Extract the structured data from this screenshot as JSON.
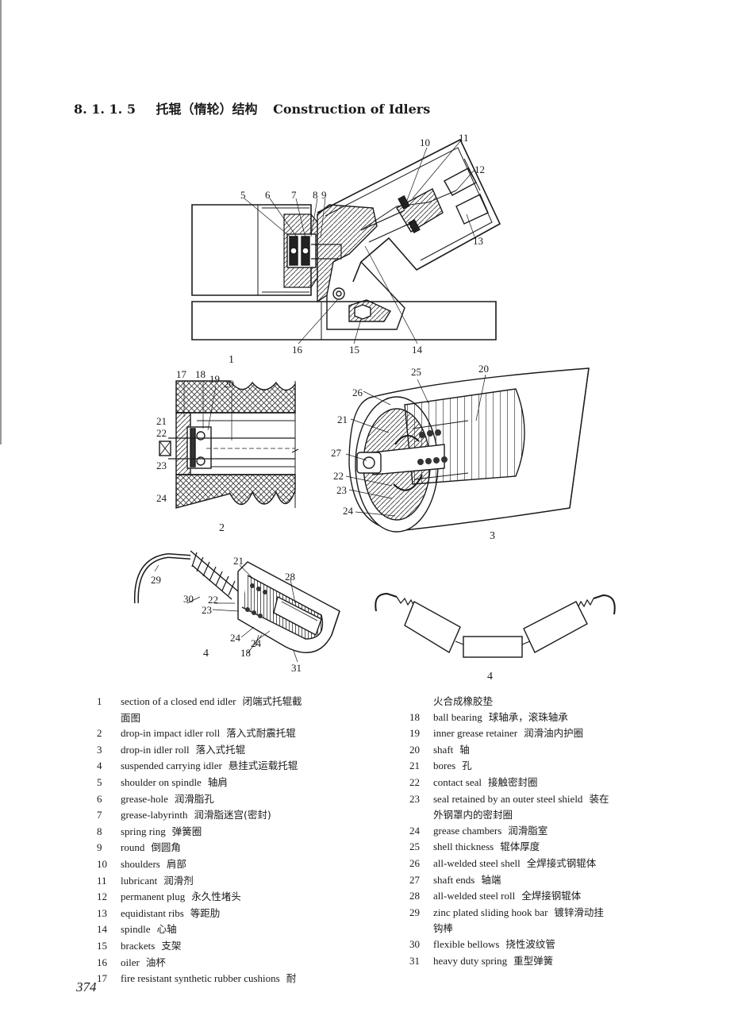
{
  "section": {
    "number": "8. 1. 1. 5",
    "title_cn": "托辊（惰轮）结构",
    "title_en": "Construction of Idlers"
  },
  "figure_labels": {
    "fig1": [
      "10",
      "11",
      "12",
      "5",
      "6",
      "7",
      "8",
      "9",
      "13",
      "16",
      "15",
      "14"
    ],
    "fig2": [
      "17",
      "18",
      "19",
      "20",
      "21",
      "22",
      "23",
      "24"
    ],
    "fig3": [
      "25",
      "20",
      "26",
      "21",
      "27",
      "22",
      "23",
      "24"
    ],
    "fig4a": [
      "21",
      "28",
      "29",
      "30",
      "22",
      "23",
      "24",
      "24",
      "18",
      "31"
    ]
  },
  "captions": {
    "fig1": "1",
    "fig2": "2",
    "fig3": "3",
    "fig4a": "4",
    "fig4b": "4"
  },
  "legend_left": [
    {
      "n": "1",
      "en": "section of a closed end idler",
      "zh": "闭端式托辊截",
      "cont": "面图"
    },
    {
      "n": "2",
      "en": "drop-in impact idler roll",
      "zh": "落入式耐震托辊"
    },
    {
      "n": "3",
      "en": "drop-in idler roll",
      "zh": "落入式托辊"
    },
    {
      "n": "4",
      "en": "suspended carrying idler",
      "zh": "悬挂式运载托辊"
    },
    {
      "n": "5",
      "en": "shoulder on spindle",
      "zh": "轴肩"
    },
    {
      "n": "6",
      "en": "grease-hole",
      "zh": "润滑脂孔"
    },
    {
      "n": "7",
      "en": "grease-labyrinth",
      "zh": "润滑脂迷宫(密封)"
    },
    {
      "n": "8",
      "en": "spring ring",
      "zh": "弹簧圈"
    },
    {
      "n": "9",
      "en": "round",
      "zh": "倒圆角"
    },
    {
      "n": "10",
      "en": "shoulders",
      "zh": "肩部"
    },
    {
      "n": "11",
      "en": "lubricant",
      "zh": "润滑剂"
    },
    {
      "n": "12",
      "en": "permanent plug",
      "zh": "永久性堵头"
    },
    {
      "n": "13",
      "en": "equidistant ribs",
      "zh": "等距肋"
    },
    {
      "n": "14",
      "en": "spindle",
      "zh": "心轴"
    },
    {
      "n": "15",
      "en": "brackets",
      "zh": "支架"
    },
    {
      "n": "16",
      "en": "oiler",
      "zh": "油杯"
    },
    {
      "n": "17",
      "en": "fire resistant synthetic rubber cushions",
      "zh": "耐"
    }
  ],
  "legend_right_cont": "火合成橡胶垫",
  "legend_right": [
    {
      "n": "18",
      "en": "ball bearing",
      "zh": "球轴承，滚珠轴承"
    },
    {
      "n": "19",
      "en": "inner grease retainer",
      "zh": "润滑油内护圈"
    },
    {
      "n": "20",
      "en": "shaft",
      "zh": "轴"
    },
    {
      "n": "21",
      "en": "bores",
      "zh": "孔"
    },
    {
      "n": "22",
      "en": "contact seal",
      "zh": "接触密封圈"
    },
    {
      "n": "23",
      "en": "seal retained by an outer steel shield",
      "zh": "装在",
      "cont": "外钢罩内的密封圈"
    },
    {
      "n": "24",
      "en": "grease chambers",
      "zh": "润滑脂室"
    },
    {
      "n": "25",
      "en": "shell thickness",
      "zh": "辊体厚度"
    },
    {
      "n": "26",
      "en": "all-welded steel shell",
      "zh": "全焊接式钢辊体"
    },
    {
      "n": "27",
      "en": "shaft ends",
      "zh": "轴端"
    },
    {
      "n": "28",
      "en": "all-welded steel roll",
      "zh": "全焊接钢辊体"
    },
    {
      "n": "29",
      "en": "zinc plated sliding hook bar",
      "zh": "镀锌滑动挂",
      "cont": "钩棒"
    },
    {
      "n": "30",
      "en": "flexible bellows",
      "zh": "挠性波纹管"
    },
    {
      "n": "31",
      "en": "heavy duty spring",
      "zh": "重型弹簧"
    }
  ],
  "page_number": "374"
}
